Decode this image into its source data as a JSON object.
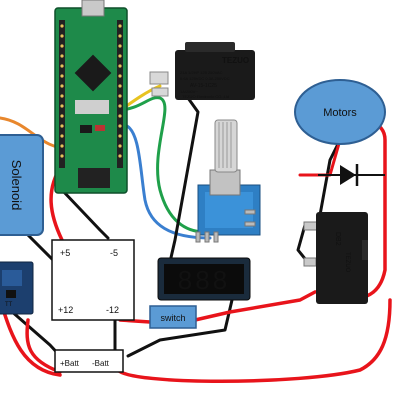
{
  "solenoid": {
    "label": "Solenoid"
  },
  "motors": {
    "label": "Motors"
  },
  "switch_block": {
    "label": "switch"
  },
  "regulator": {
    "in_pos": "+12",
    "in_neg": "-12",
    "out_pos": "+5",
    "out_neg": "-5"
  },
  "battery": {
    "pos": "+Batt",
    "neg": "-Batt"
  },
  "microswitch_top": {
    "brand": "TEZUO",
    "spec1": "21A 1/2HP 125 250VAC",
    "spec2": "0.6A 125VDC 0.3A 250VDC",
    "model": "AV-15-1C25",
    "rating": "1A/250V~",
    "maker": "TEZUO Electronic CO.,Ltd"
  },
  "microswitch_right": {
    "code": "DB2",
    "brand": "TEZUO"
  },
  "voltmeter": {
    "reading": "888"
  },
  "left_module": {
    "label": "TT"
  },
  "colors": {
    "wire_red": "#e8141b",
    "wire_black": "#111111",
    "wire_orange": "#e8872d",
    "wire_green": "#1fa04a",
    "wire_blue": "#3a7fd0",
    "wire_yellow": "#e7c320",
    "blue_fill": "#5b9bd5",
    "blue_stroke": "#2e5f93",
    "pcb_green": "#1e8a4a",
    "display_red": "#ff2a2a"
  }
}
